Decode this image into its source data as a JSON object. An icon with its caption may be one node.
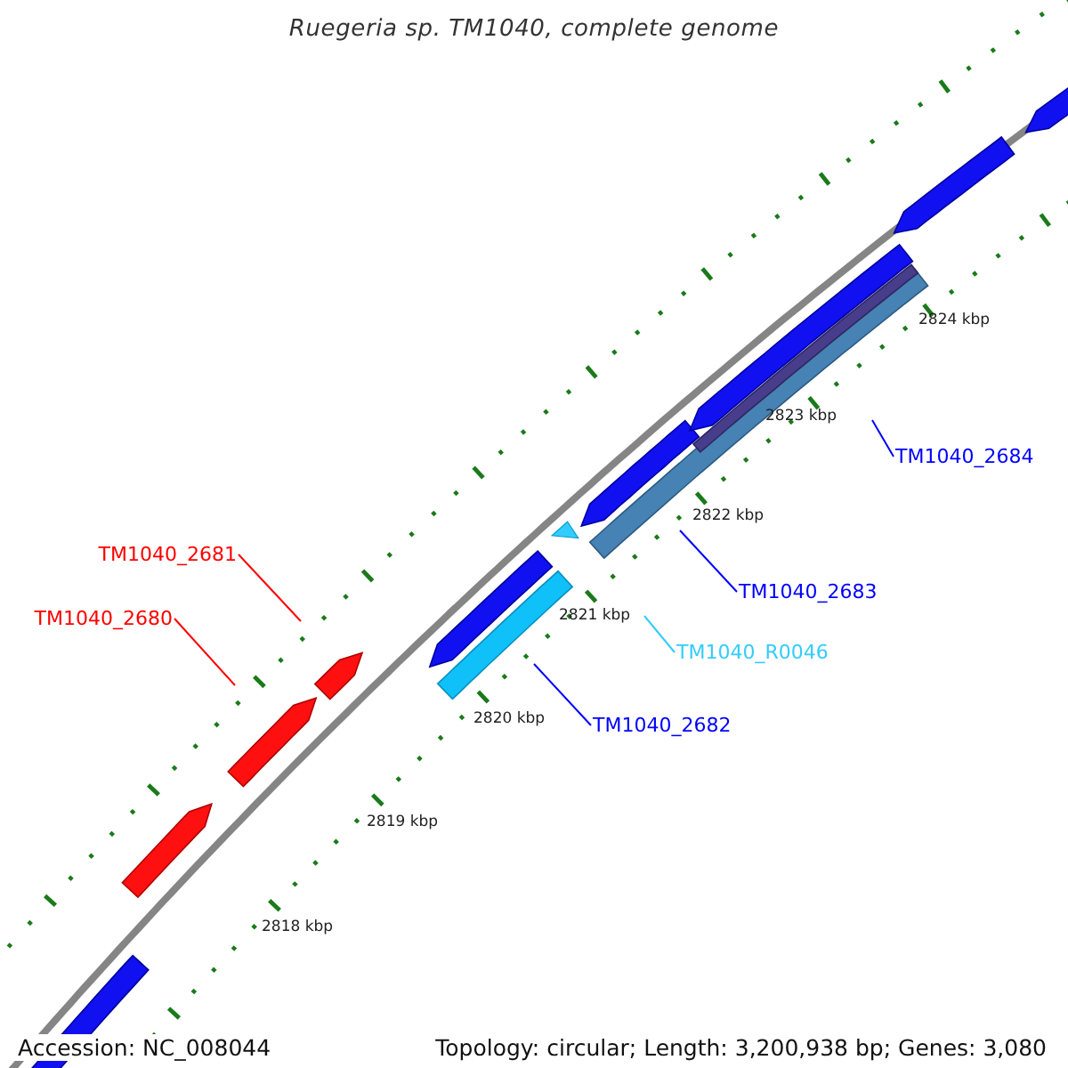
{
  "diagram": {
    "title": "Ruegeria sp. TM1040, complete genome",
    "nodes": [
      {
        "text": [
          "TM1040_2684"
        ]
      },
      {
        "text": [
          "TM1040_2681"
        ]
      },
      {
        "text": [
          "TM1040_2683"
        ]
      },
      {
        "text": [
          "TM1040_2680"
        ]
      },
      {
        "text": [
          "TM1040_R0046"
        ]
      },
      {
        "text": [
          "TM1040_2682"
        ]
      }
    ],
    "edges": [
      {
        "from": 0,
        "to": null,
        "arrow": "none"
      },
      {
        "from": 1,
        "to": null,
        "arrow": "none",
        "color": "#ff0000"
      },
      {
        "from": 2,
        "to": null,
        "arrow": "none"
      },
      {
        "from": 3,
        "to": null,
        "arrow": "none",
        "color": "#ff0000"
      },
      {
        "from": 4,
        "to": null,
        "arrow": "none",
        "color": "#33ccff"
      },
      {
        "from": 5,
        "to": null,
        "arrow": "none"
      }
    ],
    "labels": [
      "2824 kbp",
      "2823 kbp",
      "2822 kbp",
      "2821 kbp",
      "2820 kbp",
      "2819 kbp",
      "2818 kbp",
      "Accession: NC_008044",
      "Topology: circular; Length: 3,200,938 bp; Genes: 3,080"
    ]
  }
}
